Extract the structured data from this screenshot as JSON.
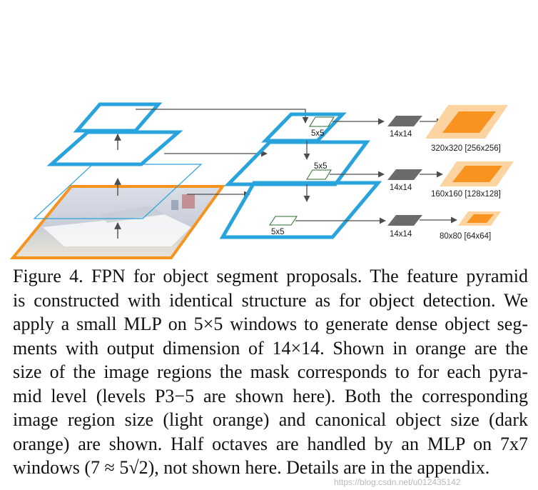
{
  "diagram": {
    "labels": {
      "window_top": "5x5",
      "window_mid": "5x5",
      "window_bottom": "5x5",
      "mask_top": "14x14",
      "mask_mid": "14x14",
      "mask_bottom": "14x14",
      "region_top": "320x320 [256x256]",
      "region_mid": "160x160 [128x128]",
      "region_bottom": "80x80 [64x64]"
    },
    "colors": {
      "pyramid_blue": "#29a3dc",
      "light_orange": "#fcd4a1",
      "dark_orange": "#f7931e",
      "mask_gray": "#6b6b6b",
      "arrow_gray": "#4d4d4d",
      "window_green": "#2e6b2e"
    }
  },
  "caption": {
    "lines": [
      "Figure 4. FPN for object segment proposals. The feature pyramid",
      "is constructed with identical structure as for object detection. We",
      "apply a small MLP on 5×5 windows to generate dense object seg-",
      "ments with output dimension of 14×14. Shown in orange are the",
      "size of the image regions the mask corresponds to for each pyra-",
      "mid level (levels P3−5 are shown here). Both the corresponding",
      "image region size (light orange) and canonical object size (dark",
      "orange) are shown. Half octaves are handled by an MLP on 7x7",
      "windows (7 ≈ 5√2), not shown here. Details are in the appendix."
    ],
    "watermark": "https://blog.csdn.net/u012435142"
  }
}
